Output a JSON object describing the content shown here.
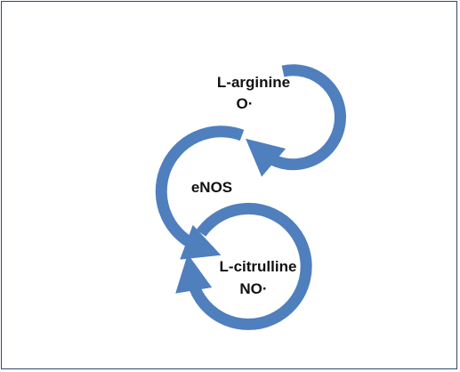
{
  "colors": {
    "arrow": "#4f7fbd",
    "border": "#2c4a6e",
    "text": "#111111"
  },
  "nodes": {
    "top": {
      "line1": "L-arginine",
      "line2": "O·"
    },
    "middle": {
      "label": "eNOS"
    },
    "bottom": {
      "line1": "L-citrulline",
      "line2": "NO·"
    }
  }
}
